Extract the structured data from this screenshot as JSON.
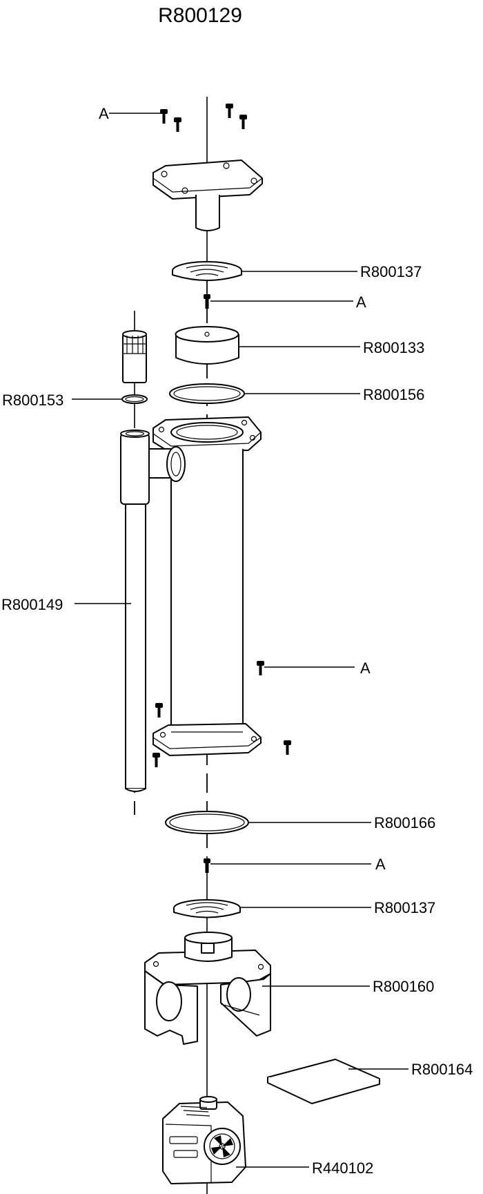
{
  "title": "R800129",
  "labels": {
    "top_screws": "A",
    "upper_disc": "R800137",
    "upper_screw": "A",
    "cap": "R800133",
    "upper_oring": "R800156",
    "small_oring": "R800153",
    "tube": "R800149",
    "middle_screw": "A",
    "lower_oring": "R800166",
    "lower_screw": "A",
    "lower_disc": "R800137",
    "base": "R800160",
    "plate": "R800164",
    "pump": "R440102"
  }
}
